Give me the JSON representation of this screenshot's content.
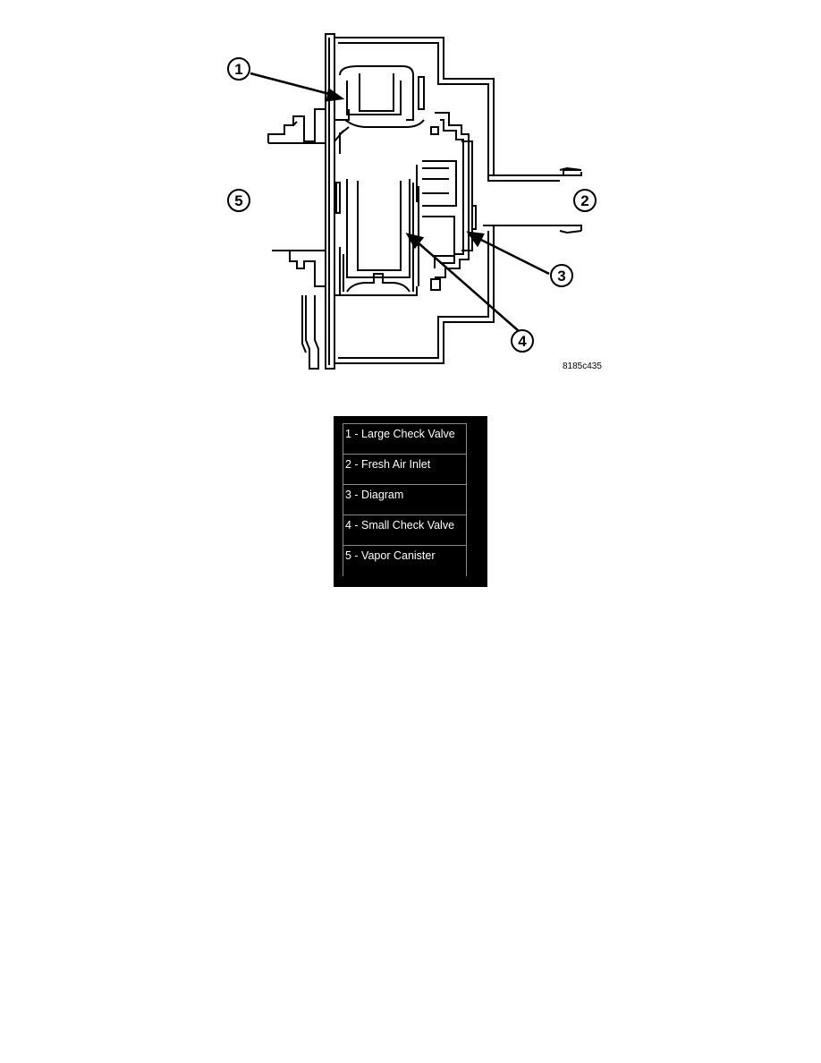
{
  "diagram": {
    "figure_code": "8185c435",
    "callouts": [
      "1",
      "2",
      "3",
      "4",
      "5"
    ]
  },
  "legend": {
    "items": [
      "1 - Large Check Valve",
      "2 - Fresh Air Inlet",
      "3 - Diagram",
      "4 - Small Check Valve",
      "5 - Vapor Canister"
    ]
  },
  "colors": {
    "line": "#000000",
    "background": "#ffffff",
    "legend_background": "#000000",
    "legend_text": "#ffffff"
  }
}
